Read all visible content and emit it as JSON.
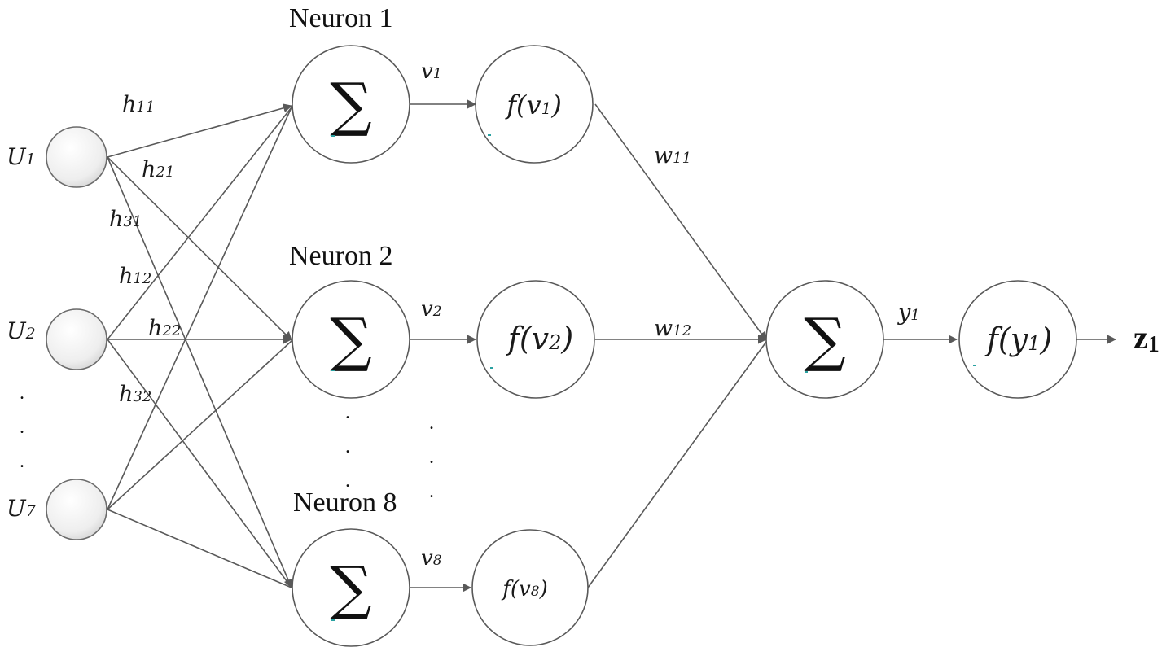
{
  "neuron_titles": [
    "Neuron 1",
    "Neuron 2",
    "Neuron 8"
  ],
  "inputs": [
    {
      "sym": "U",
      "sub": "1"
    },
    {
      "sym": "U",
      "sub": "2"
    },
    {
      "sym": "U",
      "sub": "7"
    }
  ],
  "input_weights": [
    {
      "sym": "h",
      "sub": "11"
    },
    {
      "sym": "h",
      "sub": "21"
    },
    {
      "sym": "h",
      "sub": "31"
    },
    {
      "sym": "h",
      "sub": "12"
    },
    {
      "sym": "h",
      "sub": "22"
    },
    {
      "sym": "h",
      "sub": "32"
    }
  ],
  "sum_symbol": "∑",
  "hidden_outputs": [
    {
      "sym": "v",
      "sub": "1"
    },
    {
      "sym": "v",
      "sub": "2"
    },
    {
      "sym": "v",
      "sub": "8"
    }
  ],
  "activations": [
    {
      "pre": "f(v",
      "sub": "1",
      "post": ")"
    },
    {
      "pre": "f(v",
      "sub": "2",
      "post": ")"
    },
    {
      "pre": "f(v",
      "sub": "8",
      "post": ")"
    }
  ],
  "output_weights": [
    {
      "sym": "w",
      "sub": "11"
    },
    {
      "sym": "w",
      "sub": "12"
    }
  ],
  "output_sum": {
    "sym": "y",
    "sub": "1"
  },
  "output_activation": {
    "pre": "f(y",
    "sub": "1",
    "post": ")"
  },
  "final_output": {
    "sym": "z",
    "sub": "1"
  },
  "ellipsis_dot": "."
}
